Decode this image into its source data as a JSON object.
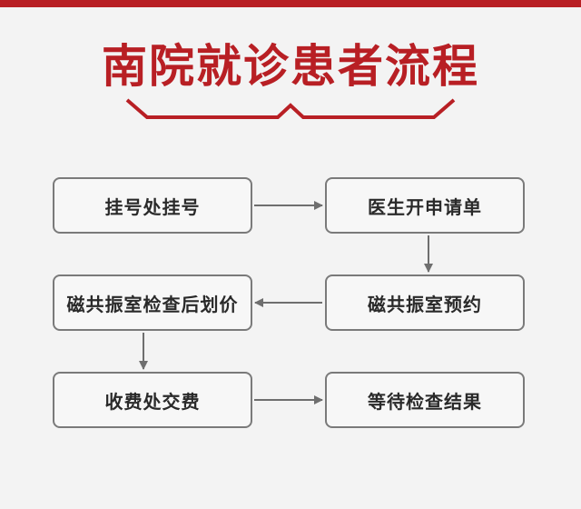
{
  "title": "南院就诊患者流程",
  "steps": [
    "挂号处挂号",
    "医生开申请单",
    "磁共振室预约",
    "磁共振室检查后划价",
    "收费处交费",
    "等待检查结果"
  ],
  "colors": {
    "accent": "#b81f24",
    "box_border": "#7a7a7a",
    "arrow": "#6e6e6e"
  }
}
